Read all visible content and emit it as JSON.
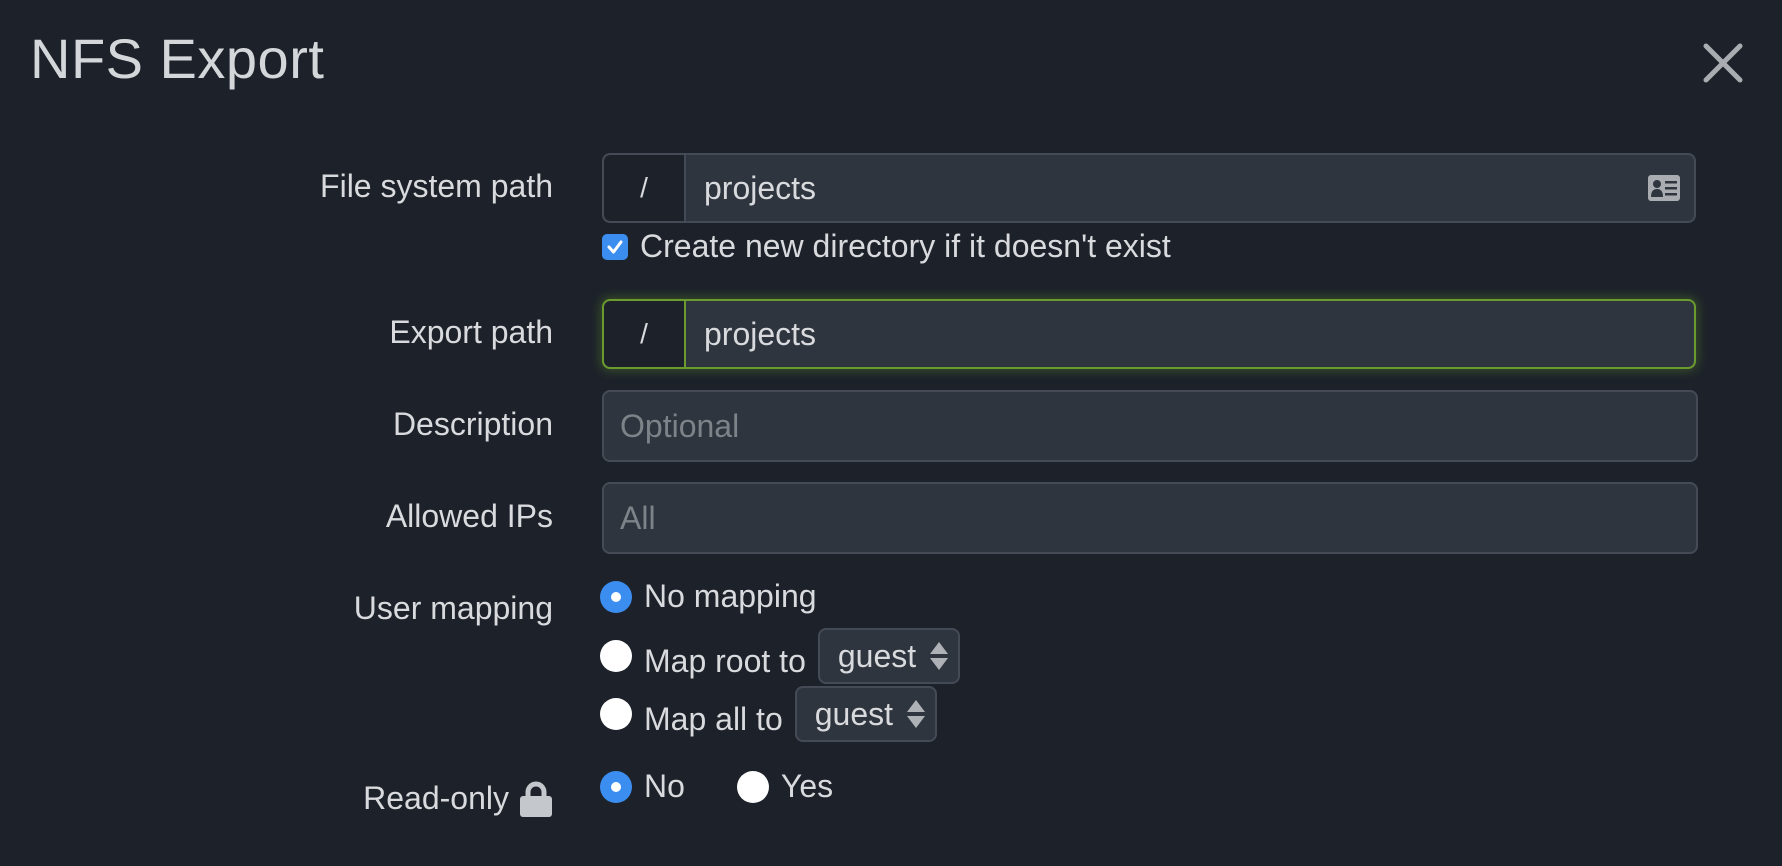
{
  "dialog": {
    "title": "NFS Export",
    "close_icon": "close-icon"
  },
  "form": {
    "fs_path": {
      "label": "File system path",
      "prefix": "/",
      "value": "projects",
      "icon": "id-card-icon",
      "create_dir_label": "Create new directory if it doesn't exist",
      "create_dir_checked": true
    },
    "export_path": {
      "label": "Export path",
      "prefix": "/",
      "value": "projects",
      "focused": true
    },
    "description": {
      "label": "Description",
      "placeholder": "Optional",
      "value": ""
    },
    "allowed_ips": {
      "label": "Allowed IPs",
      "placeholder": "All",
      "value": ""
    },
    "user_mapping": {
      "label": "User mapping",
      "options": [
        {
          "label": "No mapping",
          "selected": true
        },
        {
          "label": "Map root to",
          "selected": false,
          "select_value": "guest"
        },
        {
          "label": "Map all to",
          "selected": false,
          "select_value": "guest"
        }
      ]
    },
    "read_only": {
      "label": "Read-only",
      "icon": "lock-icon",
      "options": [
        {
          "label": "No",
          "selected": true
        },
        {
          "label": "Yes",
          "selected": false
        }
      ]
    }
  },
  "colors": {
    "background": "#1d222a",
    "input_bg": "#2f353e",
    "border": "#444b56",
    "accent_blue": "#3b8ef0",
    "focus_green": "#6b9a2e"
  }
}
